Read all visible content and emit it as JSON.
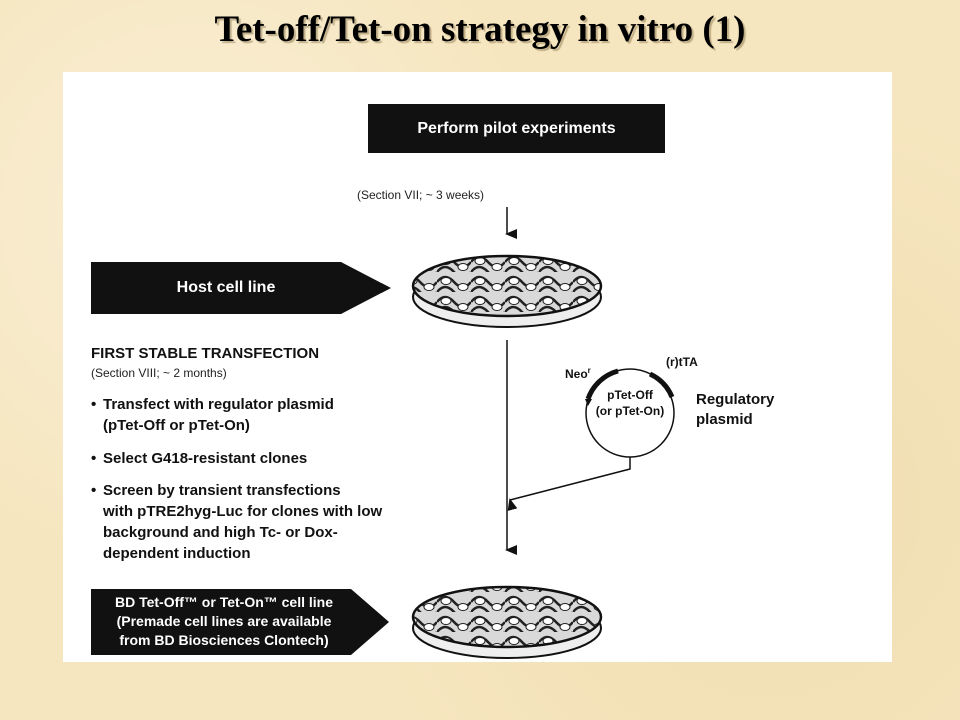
{
  "title": "Tet-off/Tet-on strategy in vitro (1)",
  "pilot": {
    "box_label": "Perform pilot experiments",
    "section": "(Section VII; ~ 3 weeks)"
  },
  "host": {
    "label": "Host cell line"
  },
  "first_transfection": {
    "heading": "FIRST STABLE TRANSFECTION",
    "section": "(Section VIII; ~ 2 months)",
    "bullets": [
      {
        "lines": [
          "Transfect with regulator plasmid",
          "(pTet-Off or pTet-On)"
        ]
      },
      {
        "lines": [
          "Select G418-resistant clones"
        ]
      },
      {
        "lines": [
          "Screen by transient transfections",
          "with pTRE2hyg-Luc for clones with low",
          "background and high Tc- or Dox-",
          "dependent induction"
        ]
      }
    ]
  },
  "plasmid": {
    "neo_label": "Neo",
    "neo_sup": "r",
    "tta_label": "(r)tTA",
    "name_line1": "pTet-Off",
    "name_line2": "(or pTet-On)",
    "reg_line1": "Regulatory",
    "reg_line2": "plasmid"
  },
  "result": {
    "line1": "BD Tet-Off™ or Tet-On™ cell line",
    "line2": "(Premade cell lines are available",
    "line3": "from BD Biosciences Clontech)"
  },
  "colors": {
    "background": "#f6e6bf",
    "panel": "#ffffff",
    "box": "#111111"
  }
}
